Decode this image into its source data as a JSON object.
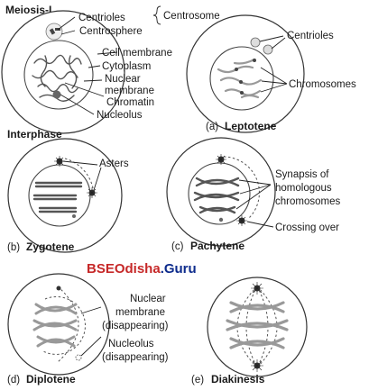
{
  "title": "Meiosis-I",
  "interphase": {
    "labels": {
      "centrioles": "Centrioles",
      "centrosphere": "Centrosphere",
      "centrosome": "Centrosome",
      "cell_membrane": "Cell membrane",
      "cytoplasm": "Cytoplasm",
      "nuclear_1": "Nuclear",
      "nuclear_2": "membrane",
      "chromatin": "Chromatin",
      "nucleolus": "Nucleolus"
    },
    "caption": "Interphase"
  },
  "leptotene": {
    "labels": {
      "centrioles": "Centrioles",
      "chromosomes": "Chromosomes"
    },
    "caption_letter": "(a)",
    "caption": "Leptotene"
  },
  "zygotene": {
    "labels": {
      "asters": "Asters"
    },
    "caption_letter": "(b)",
    "caption": "Zygotene"
  },
  "pachytene": {
    "labels": {
      "synapsis_1": "Synapsis of",
      "synapsis_2": "homologous",
      "synapsis_3": "chromosomes",
      "crossing_over": "Crossing over"
    },
    "caption_letter": "(c)",
    "caption": "Pachytene"
  },
  "watermark": {
    "part1": "BSEOdisha",
    "part2": ".Guru"
  },
  "diplotene": {
    "labels": {
      "nuclear_1": "Nuclear",
      "nuclear_2": "membrane",
      "nuclear_3": "(disappearing)",
      "nucleolus_1": "Nucleolus",
      "nucleolus_2": "(disappearing)"
    },
    "caption_letter": "(d)",
    "caption": "Diplotene"
  },
  "diakinesis": {
    "caption_letter": "(e)",
    "caption": "Diakinesis"
  }
}
